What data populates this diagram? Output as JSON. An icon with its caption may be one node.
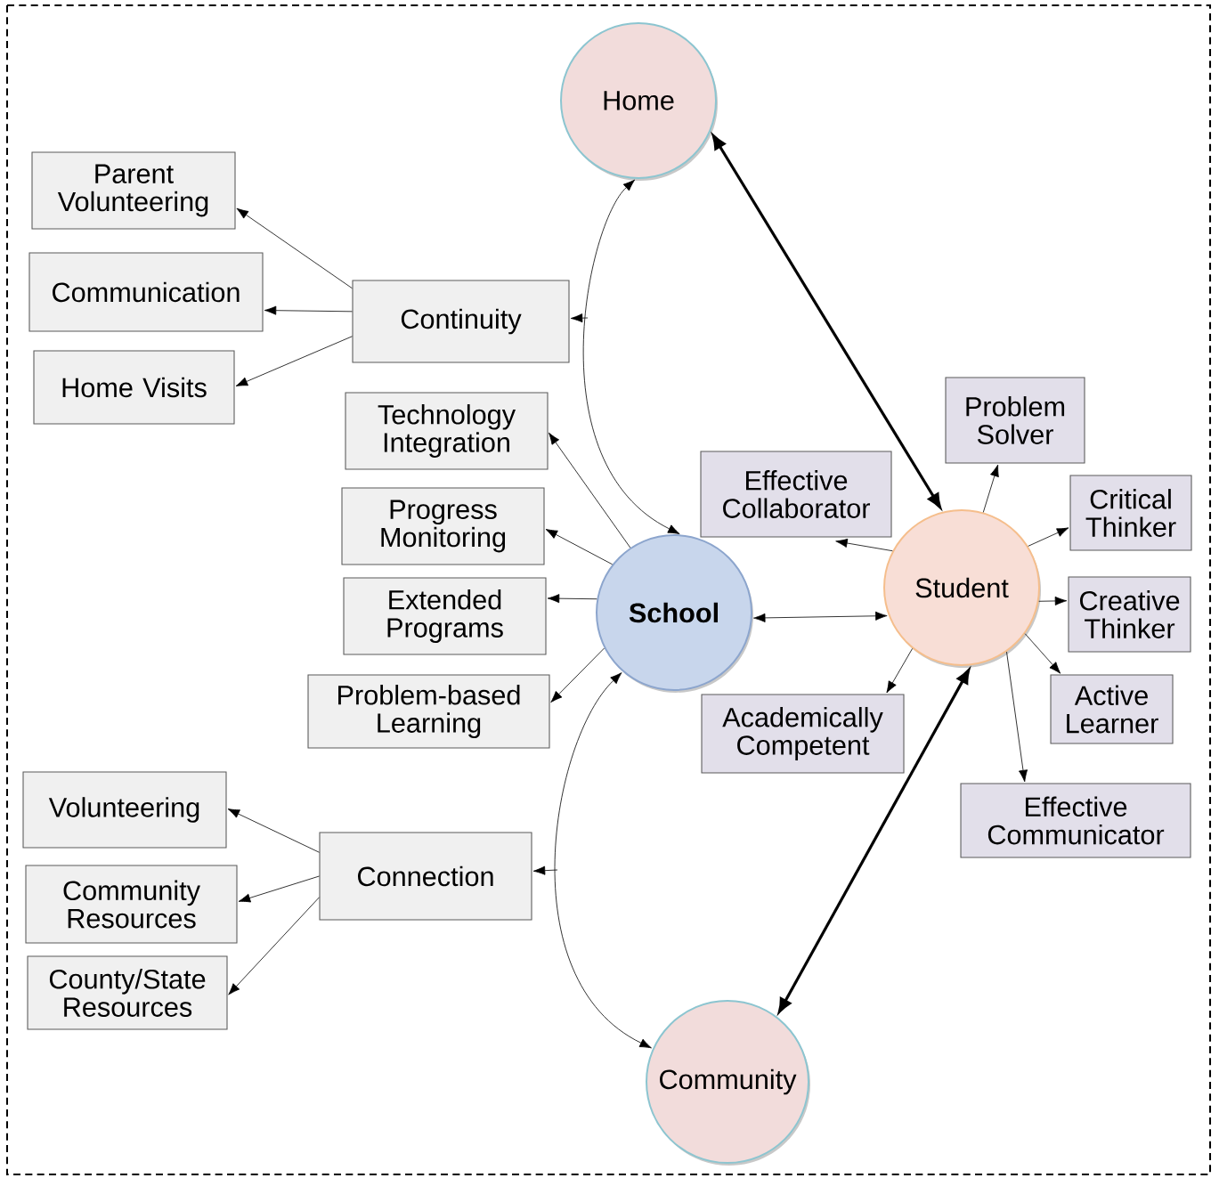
{
  "diagram": {
    "nodes": [
      {
        "text": [
          "Home"
        ]
      },
      {
        "text": [
          "Parent Volunteering"
        ]
      },
      {
        "text": [
          "Communication"
        ]
      },
      {
        "text": [
          "Continuity"
        ]
      },
      {
        "text": [
          "Home Visits"
        ]
      },
      {
        "text": [
          "Technology Integration"
        ]
      },
      {
        "text": [
          "Problem Solver"
        ]
      },
      {
        "text": [
          "Effective Collaborator"
        ]
      },
      {
        "text": [
          "Critical Thinker"
        ]
      },
      {
        "text": [
          "Progress Monitoring"
        ]
      },
      {
        "text": [
          "School"
        ]
      },
      {
        "text": [
          "Student"
        ]
      },
      {
        "text": [
          "Creative Thinker"
        ]
      },
      {
        "text": [
          "Extended Programs"
        ]
      },
      {
        "text": [
          "Problem-based Learning"
        ]
      },
      {
        "text": [
          "Academically Competent"
        ]
      },
      {
        "text": [
          "Active Learner"
        ]
      },
      {
        "text": [
          "Effective Communicator"
        ]
      },
      {
        "text": [
          "Volunteering"
        ]
      },
      {
        "text": [
          "Connection"
        ]
      },
      {
        "text": [
          "Community Resources"
        ]
      },
      {
        "text": [
          "County/State Resources"
        ]
      },
      {
        "text": [
          "Community"
        ]
      }
    ],
    "edges": [
      {
        "from": 3,
        "to": 1,
        "arrow": "to"
      },
      {
        "from": 3,
        "to": 2,
        "arrow": "to"
      },
      {
        "from": 3,
        "to": 4,
        "arrow": "to"
      },
      {
        "from": 0,
        "to": 10,
        "arrow": "both"
      },
      {
        "from": null,
        "to": 3,
        "arrow": "to"
      },
      {
        "from": 0,
        "to": 11,
        "arrow": "both",
        "style": "thick"
      },
      {
        "from": 10,
        "to": 5,
        "arrow": "to"
      },
      {
        "from": 10,
        "to": 9,
        "arrow": "to"
      },
      {
        "from": 10,
        "to": 13,
        "arrow": "to"
      },
      {
        "from": 10,
        "to": 14,
        "arrow": "to"
      },
      {
        "from": 10,
        "to": 11,
        "arrow": "both"
      },
      {
        "from": 11,
        "to": 6,
        "arrow": "to"
      },
      {
        "from": 11,
        "to": 7,
        "arrow": "to"
      },
      {
        "from": 11,
        "to": 8,
        "arrow": "to"
      },
      {
        "from": 11,
        "to": 12,
        "arrow": "to"
      },
      {
        "from": 11,
        "to": 16,
        "arrow": "to"
      },
      {
        "from": 11,
        "to": 17,
        "arrow": "to"
      },
      {
        "from": 11,
        "to": 15,
        "arrow": "to"
      },
      {
        "from": 10,
        "to": 22,
        "arrow": "both"
      },
      {
        "from": null,
        "to": 19,
        "arrow": "to"
      },
      {
        "from": 19,
        "to": 18,
        "arrow": "to"
      },
      {
        "from": 19,
        "to": 20,
        "arrow": "to"
      },
      {
        "from": 19,
        "to": 21,
        "arrow": "to"
      },
      {
        "from": 11,
        "to": 22,
        "arrow": "both",
        "style": "thick"
      }
    ]
  }
}
